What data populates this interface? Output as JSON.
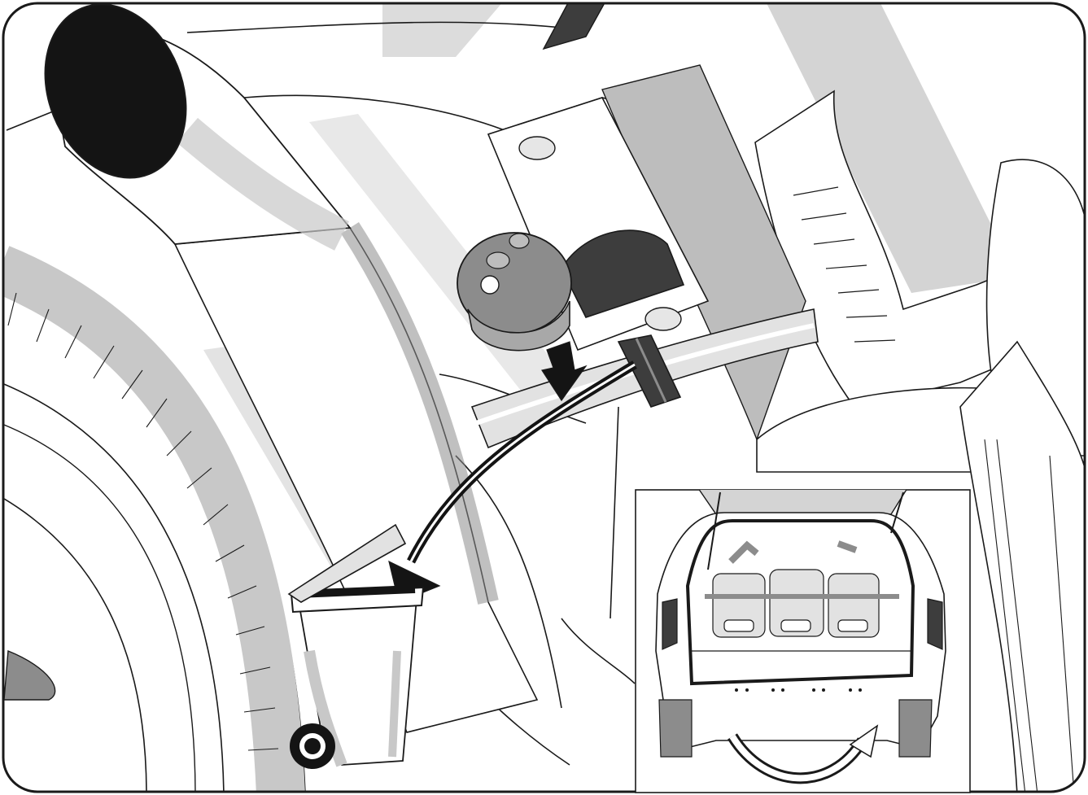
{
  "figure": {
    "kind": "installation-illustration",
    "text_labels": [],
    "colors": {
      "outline": "#1a1a1a",
      "black": "#141414",
      "dark_gray": "#3d3d3d",
      "mid_gray": "#8c8c8c",
      "light_gray": "#c8c8c8",
      "pale_gray": "#e2e2e2",
      "white": "#ffffff"
    }
  },
  "main_view": {
    "components": [
      "exhaust-tailpipe",
      "rear-tire",
      "tow-ball",
      "hitch-bracket",
      "wire-harness-clip",
      "trash-bin",
      "install-arrow",
      "down-arrow"
    ]
  },
  "inset_view": {
    "subject": "vehicle-rear-liftgate-open",
    "seat_count": 3,
    "arrows": [
      "upward-arrow",
      "curved-route-arrow"
    ]
  }
}
